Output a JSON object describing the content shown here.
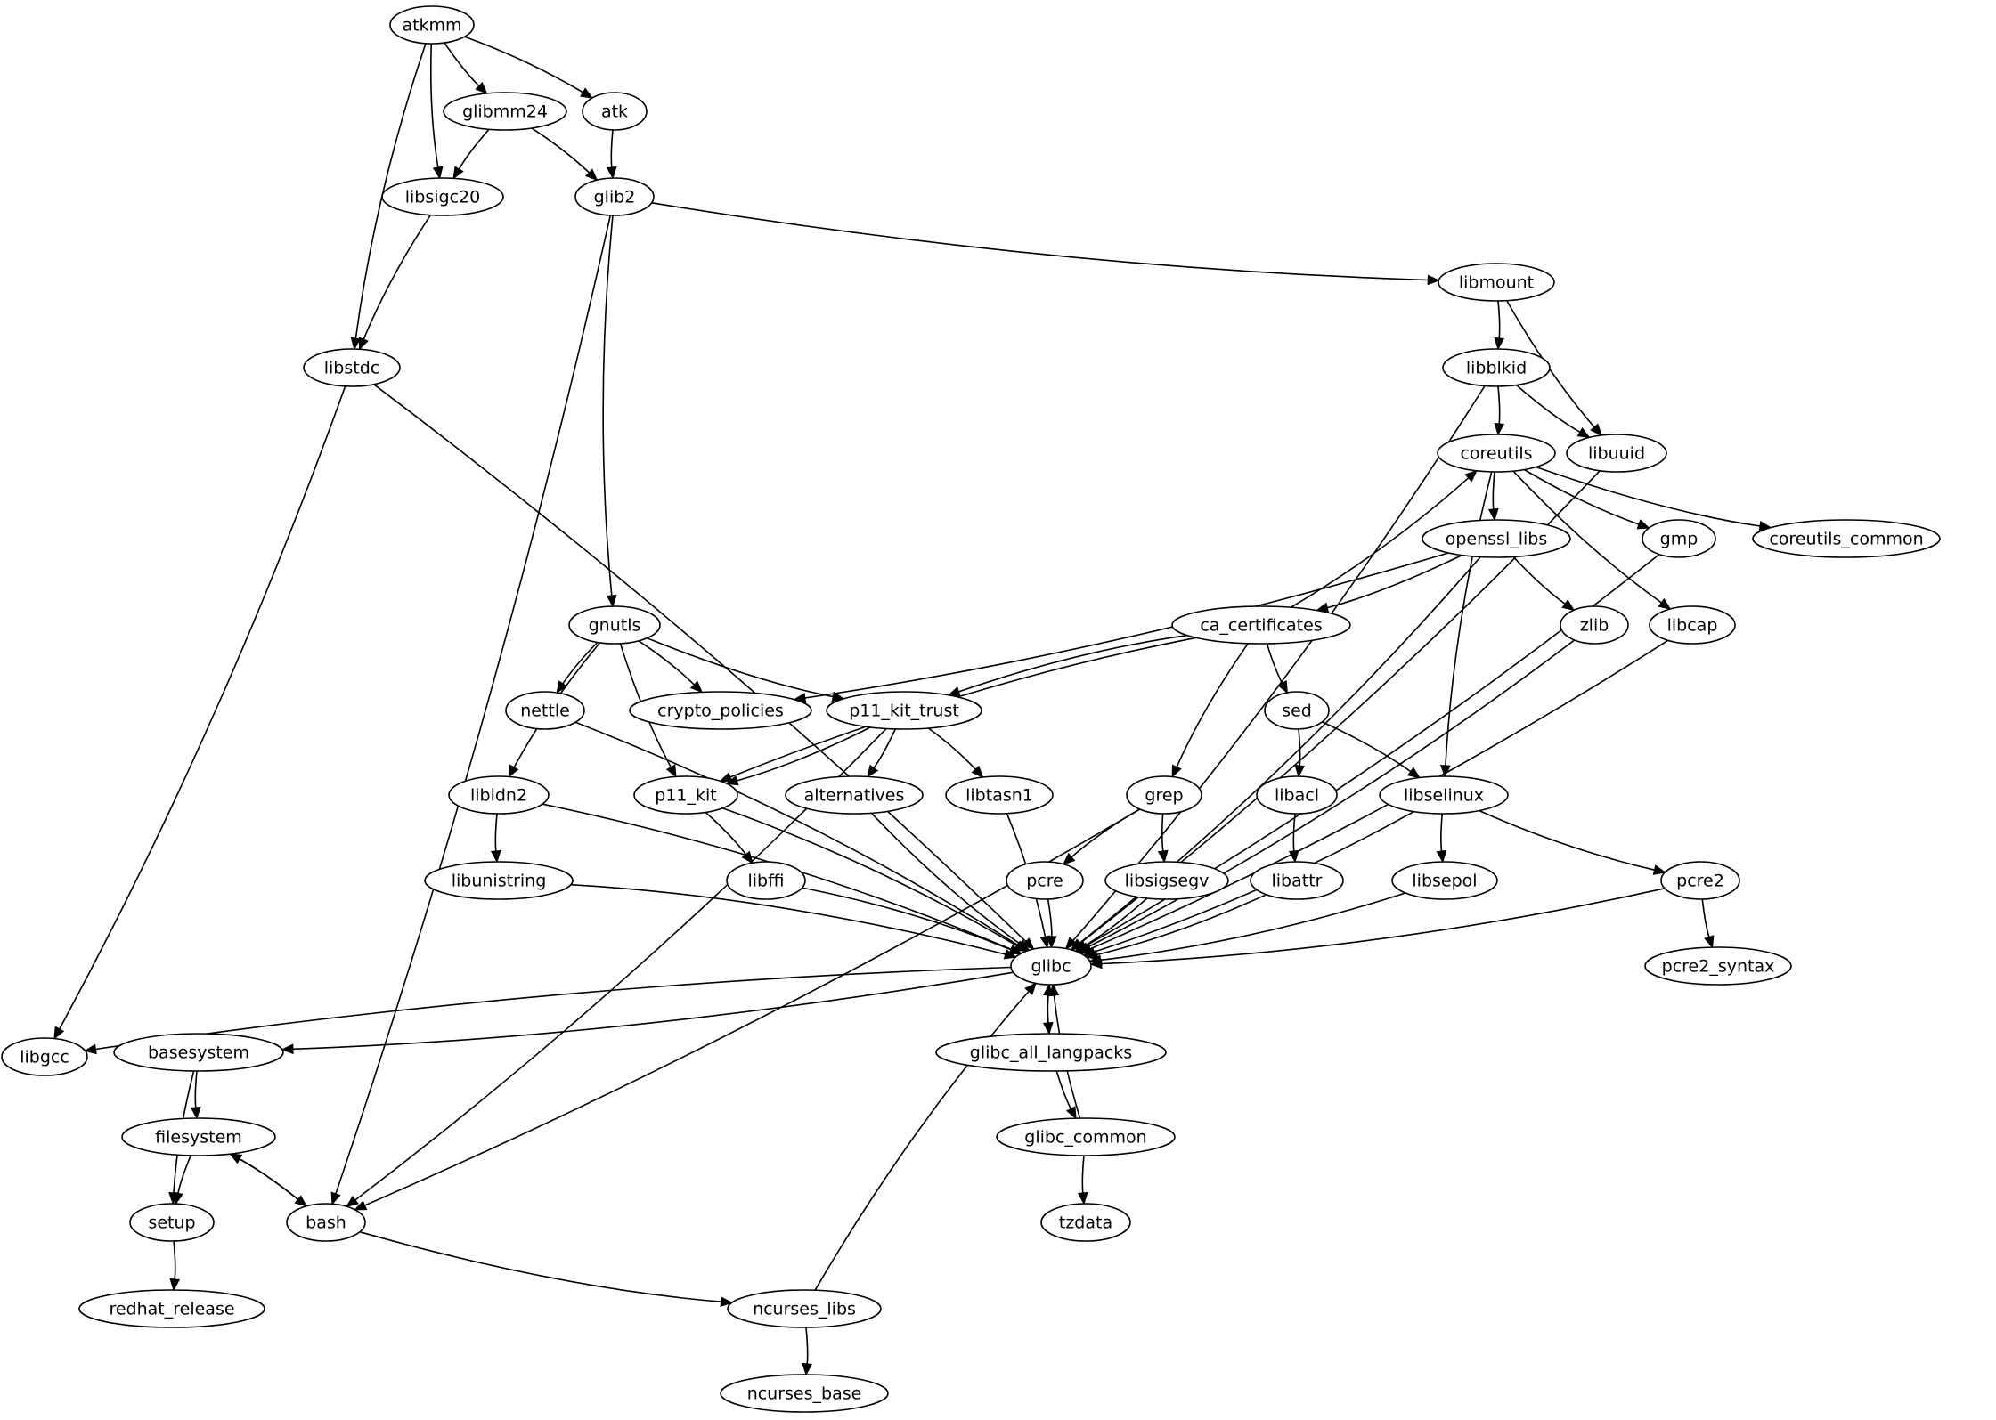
{
  "nodes": [
    {
      "id": "atkmm",
      "label": "atkmm"
    },
    {
      "id": "glibmm24",
      "label": "glibmm24"
    },
    {
      "id": "atk",
      "label": "atk"
    },
    {
      "id": "libsigc20",
      "label": "libsigc20"
    },
    {
      "id": "glib2",
      "label": "glib2"
    },
    {
      "id": "libstdc",
      "label": "libstdc"
    },
    {
      "id": "libmount",
      "label": "libmount"
    },
    {
      "id": "libblkid",
      "label": "libblkid"
    },
    {
      "id": "coreutils",
      "label": "coreutils"
    },
    {
      "id": "libuuid",
      "label": "libuuid"
    },
    {
      "id": "openssl_libs",
      "label": "openssl_libs"
    },
    {
      "id": "gmp",
      "label": "gmp"
    },
    {
      "id": "coreutils_common",
      "label": "coreutils_common"
    },
    {
      "id": "gnutls",
      "label": "gnutls"
    },
    {
      "id": "ca_certificates",
      "label": "ca_certificates"
    },
    {
      "id": "zlib",
      "label": "zlib"
    },
    {
      "id": "libcap",
      "label": "libcap"
    },
    {
      "id": "nettle",
      "label": "nettle"
    },
    {
      "id": "crypto_policies",
      "label": "crypto_policies"
    },
    {
      "id": "p11_kit_trust",
      "label": "p11_kit_trust"
    },
    {
      "id": "sed",
      "label": "sed"
    },
    {
      "id": "libidn2",
      "label": "libidn2"
    },
    {
      "id": "p11_kit",
      "label": "p11_kit"
    },
    {
      "id": "alternatives",
      "label": "alternatives"
    },
    {
      "id": "libtasn1",
      "label": "libtasn1"
    },
    {
      "id": "grep",
      "label": "grep"
    },
    {
      "id": "libacl",
      "label": "libacl"
    },
    {
      "id": "libselinux",
      "label": "libselinux"
    },
    {
      "id": "libunistring",
      "label": "libunistring"
    },
    {
      "id": "libffi",
      "label": "libffi"
    },
    {
      "id": "pcre",
      "label": "pcre"
    },
    {
      "id": "libsigsegv",
      "label": "libsigsegv"
    },
    {
      "id": "libattr",
      "label": "libattr"
    },
    {
      "id": "libsepol",
      "label": "libsepol"
    },
    {
      "id": "pcre2",
      "label": "pcre2"
    },
    {
      "id": "glibc",
      "label": "glibc"
    },
    {
      "id": "pcre2_syntax",
      "label": "pcre2_syntax"
    },
    {
      "id": "libgcc",
      "label": "libgcc"
    },
    {
      "id": "basesystem",
      "label": "basesystem"
    },
    {
      "id": "glibc_all_langpacks",
      "label": "glibc_all_langpacks"
    },
    {
      "id": "filesystem",
      "label": "filesystem"
    },
    {
      "id": "glibc_common",
      "label": "glibc_common"
    },
    {
      "id": "setup",
      "label": "setup"
    },
    {
      "id": "bash",
      "label": "bash"
    },
    {
      "id": "tzdata",
      "label": "tzdata"
    },
    {
      "id": "redhat_release",
      "label": "redhat_release"
    },
    {
      "id": "ncurses_libs",
      "label": "ncurses_libs"
    },
    {
      "id": "ncurses_base",
      "label": "ncurses_base"
    }
  ],
  "edges": [
    {
      "from": "atkmm",
      "to": "glibmm24"
    },
    {
      "from": "atkmm",
      "to": "atk"
    },
    {
      "from": "atkmm",
      "to": "libsigc20"
    },
    {
      "from": "atkmm",
      "to": "libstdc"
    },
    {
      "from": "glibmm24",
      "to": "libsigc20"
    },
    {
      "from": "glibmm24",
      "to": "glib2"
    },
    {
      "from": "atk",
      "to": "glib2"
    },
    {
      "from": "libsigc20",
      "to": "libstdc"
    },
    {
      "from": "glib2",
      "to": "libmount"
    },
    {
      "from": "glib2",
      "to": "gnutls"
    },
    {
      "from": "glib2",
      "to": "bash"
    },
    {
      "from": "libstdc",
      "to": "libgcc"
    },
    {
      "from": "libstdc",
      "to": "glibc"
    },
    {
      "from": "libmount",
      "to": "libblkid"
    },
    {
      "from": "libmount",
      "to": "libuuid"
    },
    {
      "from": "libblkid",
      "to": "coreutils"
    },
    {
      "from": "libblkid",
      "to": "libuuid"
    },
    {
      "from": "libblkid",
      "to": "glibc"
    },
    {
      "from": "libuuid",
      "to": "glibc"
    },
    {
      "from": "coreutils",
      "to": "openssl_libs"
    },
    {
      "from": "coreutils",
      "to": "gmp"
    },
    {
      "from": "coreutils",
      "to": "coreutils_common"
    },
    {
      "from": "coreutils",
      "to": "libcap"
    },
    {
      "from": "coreutils",
      "to": "libselinux"
    },
    {
      "from": "openssl_libs",
      "to": "ca_certificates"
    },
    {
      "from": "openssl_libs",
      "to": "zlib"
    },
    {
      "from": "openssl_libs",
      "to": "crypto_policies"
    },
    {
      "from": "openssl_libs",
      "to": "glibc"
    },
    {
      "from": "gmp",
      "to": "glibc"
    },
    {
      "from": "ca_certificates",
      "to": "coreutils"
    },
    {
      "from": "ca_certificates",
      "to": "p11_kit_trust"
    },
    {
      "from": "ca_certificates",
      "to": "p11_kit"
    },
    {
      "from": "ca_certificates",
      "to": "sed"
    },
    {
      "from": "ca_certificates",
      "to": "grep"
    },
    {
      "from": "zlib",
      "to": "glibc"
    },
    {
      "from": "libcap",
      "to": "glibc"
    },
    {
      "from": "gnutls",
      "to": "nettle"
    },
    {
      "from": "gnutls",
      "to": "crypto_policies"
    },
    {
      "from": "gnutls",
      "to": "p11_kit_trust"
    },
    {
      "from": "gnutls",
      "to": "libidn2"
    },
    {
      "from": "gnutls",
      "to": "p11_kit"
    },
    {
      "from": "nettle",
      "to": "glibc"
    },
    {
      "from": "p11_kit_trust",
      "to": "p11_kit"
    },
    {
      "from": "p11_kit_trust",
      "to": "alternatives"
    },
    {
      "from": "p11_kit_trust",
      "to": "libtasn1"
    },
    {
      "from": "p11_kit_trust",
      "to": "bash"
    },
    {
      "from": "sed",
      "to": "libacl"
    },
    {
      "from": "sed",
      "to": "libselinux"
    },
    {
      "from": "libidn2",
      "to": "libunistring"
    },
    {
      "from": "libidn2",
      "to": "glibc"
    },
    {
      "from": "p11_kit",
      "to": "libffi"
    },
    {
      "from": "p11_kit",
      "to": "glibc"
    },
    {
      "from": "alternatives",
      "to": "glibc"
    },
    {
      "from": "libtasn1",
      "to": "glibc"
    },
    {
      "from": "grep",
      "to": "pcre"
    },
    {
      "from": "grep",
      "to": "libsigsegv"
    },
    {
      "from": "grep",
      "to": "bash"
    },
    {
      "from": "libacl",
      "to": "libattr"
    },
    {
      "from": "libselinux",
      "to": "libsepol"
    },
    {
      "from": "libselinux",
      "to": "pcre2"
    },
    {
      "from": "libselinux",
      "to": "glibc"
    },
    {
      "from": "libunistring",
      "to": "glibc"
    },
    {
      "from": "libffi",
      "to": "glibc"
    },
    {
      "from": "pcre",
      "to": "glibc"
    },
    {
      "from": "libsigsegv",
      "to": "glibc"
    },
    {
      "from": "libattr",
      "to": "glibc"
    },
    {
      "from": "libsepol",
      "to": "glibc"
    },
    {
      "from": "pcre2",
      "to": "pcre2_syntax"
    },
    {
      "from": "pcre2",
      "to": "glibc"
    },
    {
      "from": "glibc",
      "to": "libgcc"
    },
    {
      "from": "glibc",
      "to": "basesystem"
    },
    {
      "from": "glibc",
      "to": "glibc_all_langpacks"
    },
    {
      "from": "glibc_all_langpacks",
      "to": "glibc"
    },
    {
      "from": "glibc_all_langpacks",
      "to": "glibc_common"
    },
    {
      "from": "glibc_common",
      "to": "glibc"
    },
    {
      "from": "glibc_common",
      "to": "tzdata"
    },
    {
      "from": "basesystem",
      "to": "filesystem"
    },
    {
      "from": "basesystem",
      "to": "setup"
    },
    {
      "from": "filesystem",
      "to": "setup"
    },
    {
      "from": "filesystem",
      "to": "bash"
    },
    {
      "from": "bash",
      "to": "filesystem"
    },
    {
      "from": "bash",
      "to": "ncurses_libs"
    },
    {
      "from": "setup",
      "to": "redhat_release"
    },
    {
      "from": "ncurses_libs",
      "to": "glibc"
    },
    {
      "from": "ncurses_libs",
      "to": "ncurses_base"
    }
  ]
}
